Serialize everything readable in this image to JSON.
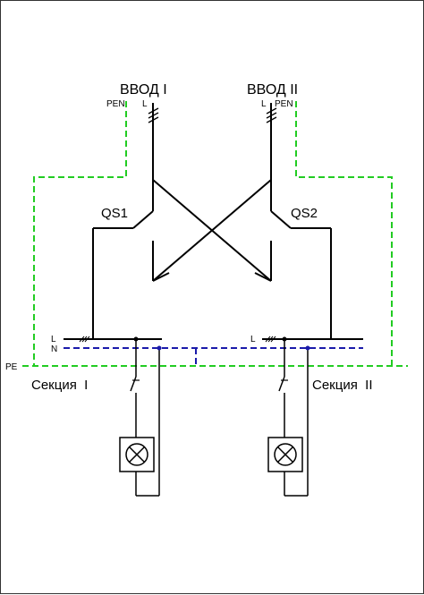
{
  "labels": {
    "input1": "ВВОД I",
    "input2": "ВВОД II",
    "pen_left": "PEN",
    "l_left": "L",
    "l_right": "L",
    "pen_right": "PEN",
    "qs1": "QS1",
    "qs2": "QS2",
    "bus_l_left": "L",
    "bus_n": "N",
    "bus_l_right": "L",
    "pe": "PE",
    "section1": "Секция  I",
    "section2": "Секция  II"
  },
  "colors": {
    "line": "#000000",
    "pe_conductor": "#22cc22",
    "n_conductor": "#1a1aaa"
  }
}
